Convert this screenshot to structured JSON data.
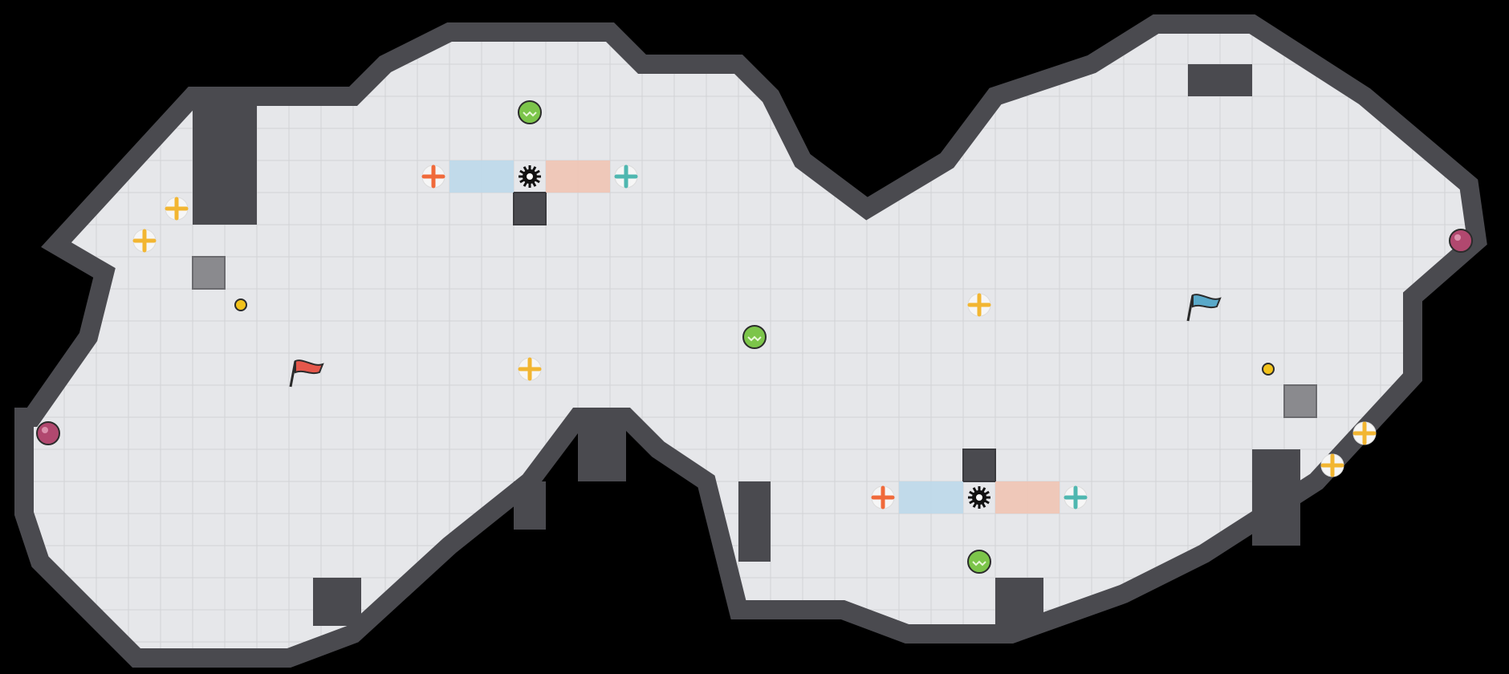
{
  "scene": "level-map",
  "colors": {
    "background": "#000000",
    "floor": "#e6e7ea",
    "floor_grid": "#d2d3d6",
    "wall": "#4a4a4f",
    "wall_edge": "#3a3a3e",
    "red_team": "#e5574b",
    "blue_team": "#5aa9c9",
    "boost_yellow": "#f2b632",
    "boost_red": "#f06a3b",
    "boost_teal": "#4fb7b0",
    "gate_blue": "#bcd8ea",
    "gate_red": "#efc4b4",
    "powerup_green": "#7cc54a"
  },
  "legend": {
    "red_flag": "flag-red",
    "blue_flag": "flag-blue",
    "boost": "boost-icon",
    "powerup": "powerup-icon",
    "spike": "spike-icon",
    "bomb": "bomb-icon",
    "portal": "portal-icon",
    "button": "button-icon"
  }
}
